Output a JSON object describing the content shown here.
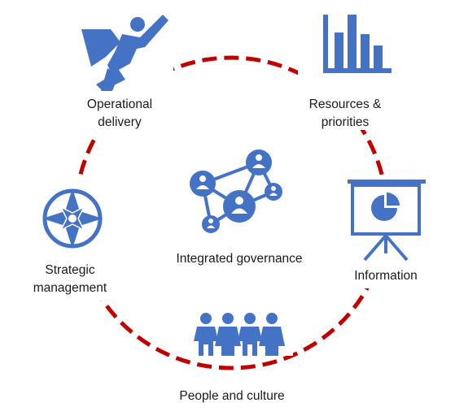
{
  "nodes": {
    "operational_delivery": {
      "line1": "Operational",
      "line2": "delivery",
      "icon": "superhero-icon"
    },
    "resources_priorities": {
      "line1": "Resources &",
      "line2": "priorities",
      "icon": "bar-chart-icon"
    },
    "information": {
      "label": "Information",
      "icon": "presentation-board-icon"
    },
    "people_culture": {
      "label": "People and culture",
      "icon": "people-group-icon"
    },
    "strategic_management": {
      "line1": "Strategic",
      "line2": "management",
      "icon": "compass-icon"
    }
  },
  "center": {
    "label": "Integrated governance",
    "icon": "network-people-icon"
  },
  "colors": {
    "icon_blue": "#4472C4",
    "ring_red": "#C00000"
  }
}
